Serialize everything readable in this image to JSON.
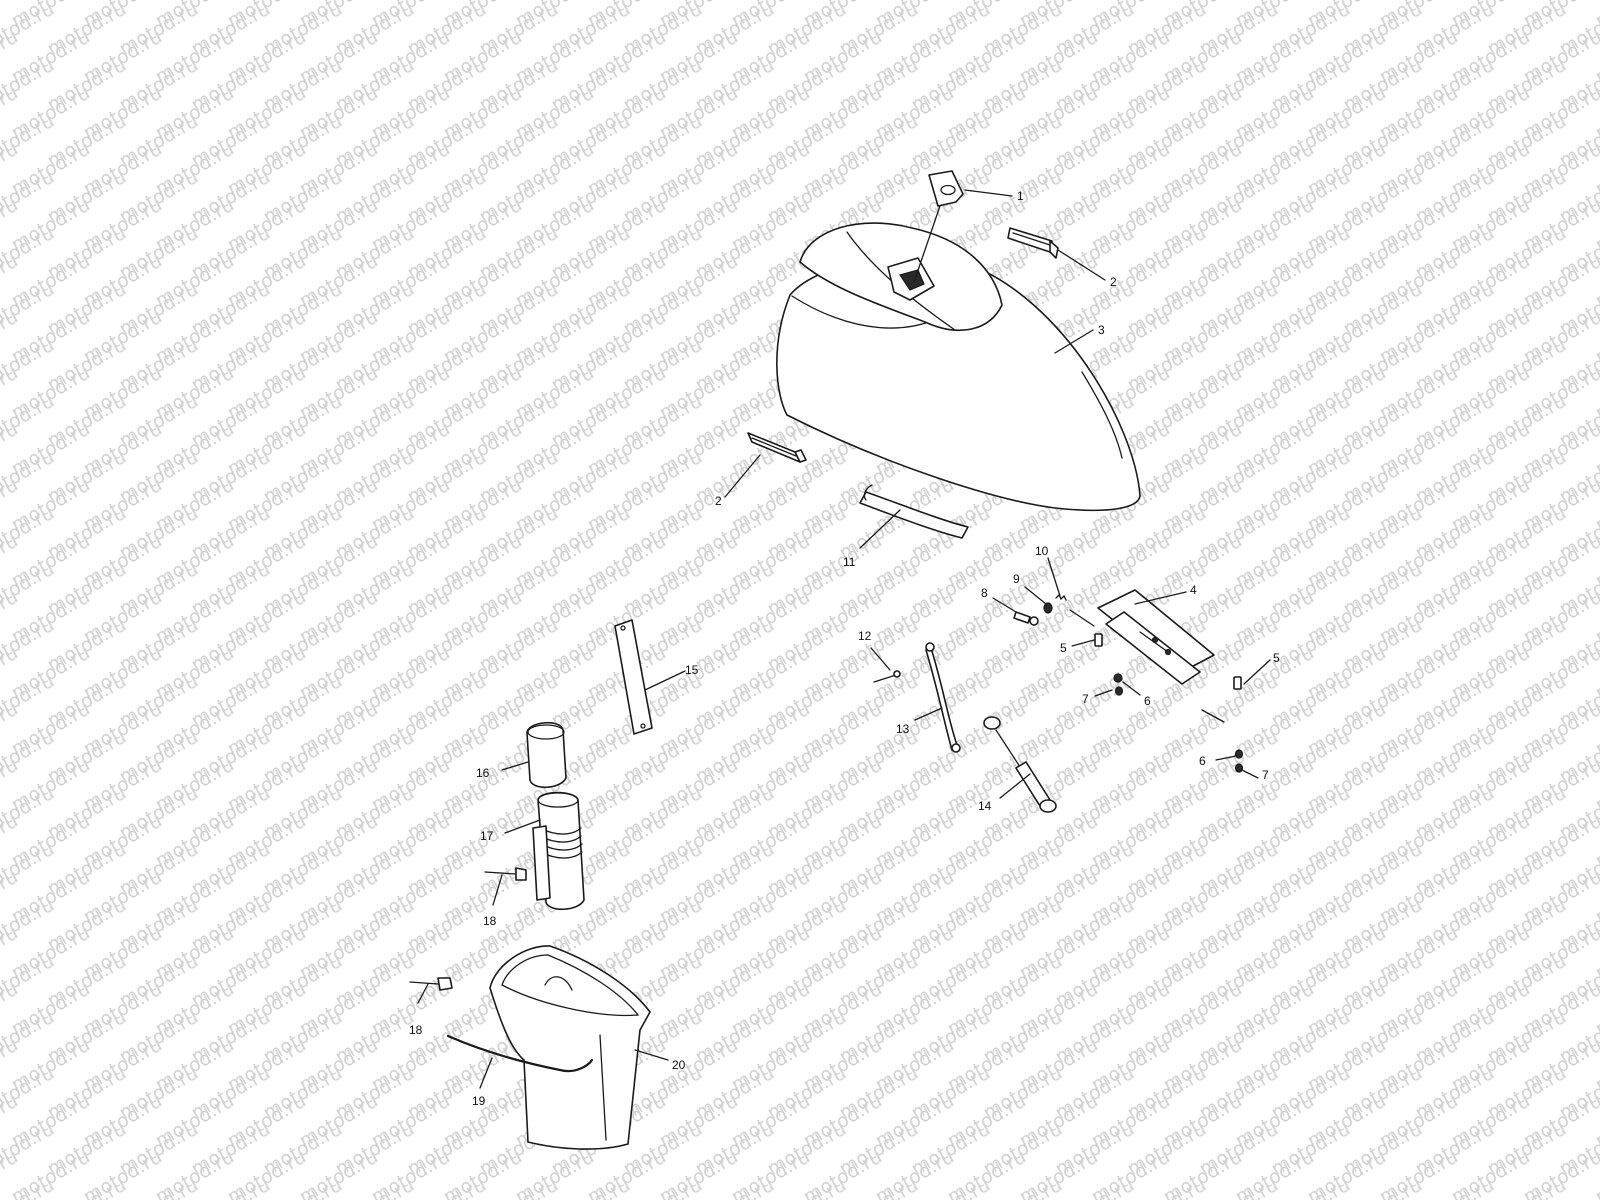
{
  "watermark": {
    "text": "motod.ru"
  },
  "callouts": [
    {
      "id": "c1",
      "label": "1"
    },
    {
      "id": "c2a",
      "label": "2"
    },
    {
      "id": "c3",
      "label": "3"
    },
    {
      "id": "c2b",
      "label": "2"
    },
    {
      "id": "c11",
      "label": "11"
    },
    {
      "id": "c10",
      "label": "10"
    },
    {
      "id": "c9",
      "label": "9"
    },
    {
      "id": "c8",
      "label": "8"
    },
    {
      "id": "c4",
      "label": "4"
    },
    {
      "id": "c5a",
      "label": "5"
    },
    {
      "id": "c5b",
      "label": "5"
    },
    {
      "id": "c12",
      "label": "12"
    },
    {
      "id": "c7a",
      "label": "7"
    },
    {
      "id": "c6a",
      "label": "6"
    },
    {
      "id": "c13",
      "label": "13"
    },
    {
      "id": "c6b",
      "label": "6"
    },
    {
      "id": "c7b",
      "label": "7"
    },
    {
      "id": "c14",
      "label": "14"
    },
    {
      "id": "c15",
      "label": "15"
    },
    {
      "id": "c16",
      "label": "16"
    },
    {
      "id": "c17",
      "label": "17"
    },
    {
      "id": "c18a",
      "label": "18"
    },
    {
      "id": "c18b",
      "label": "18"
    },
    {
      "id": "c20",
      "label": "20"
    },
    {
      "id": "c19",
      "label": "19"
    }
  ]
}
